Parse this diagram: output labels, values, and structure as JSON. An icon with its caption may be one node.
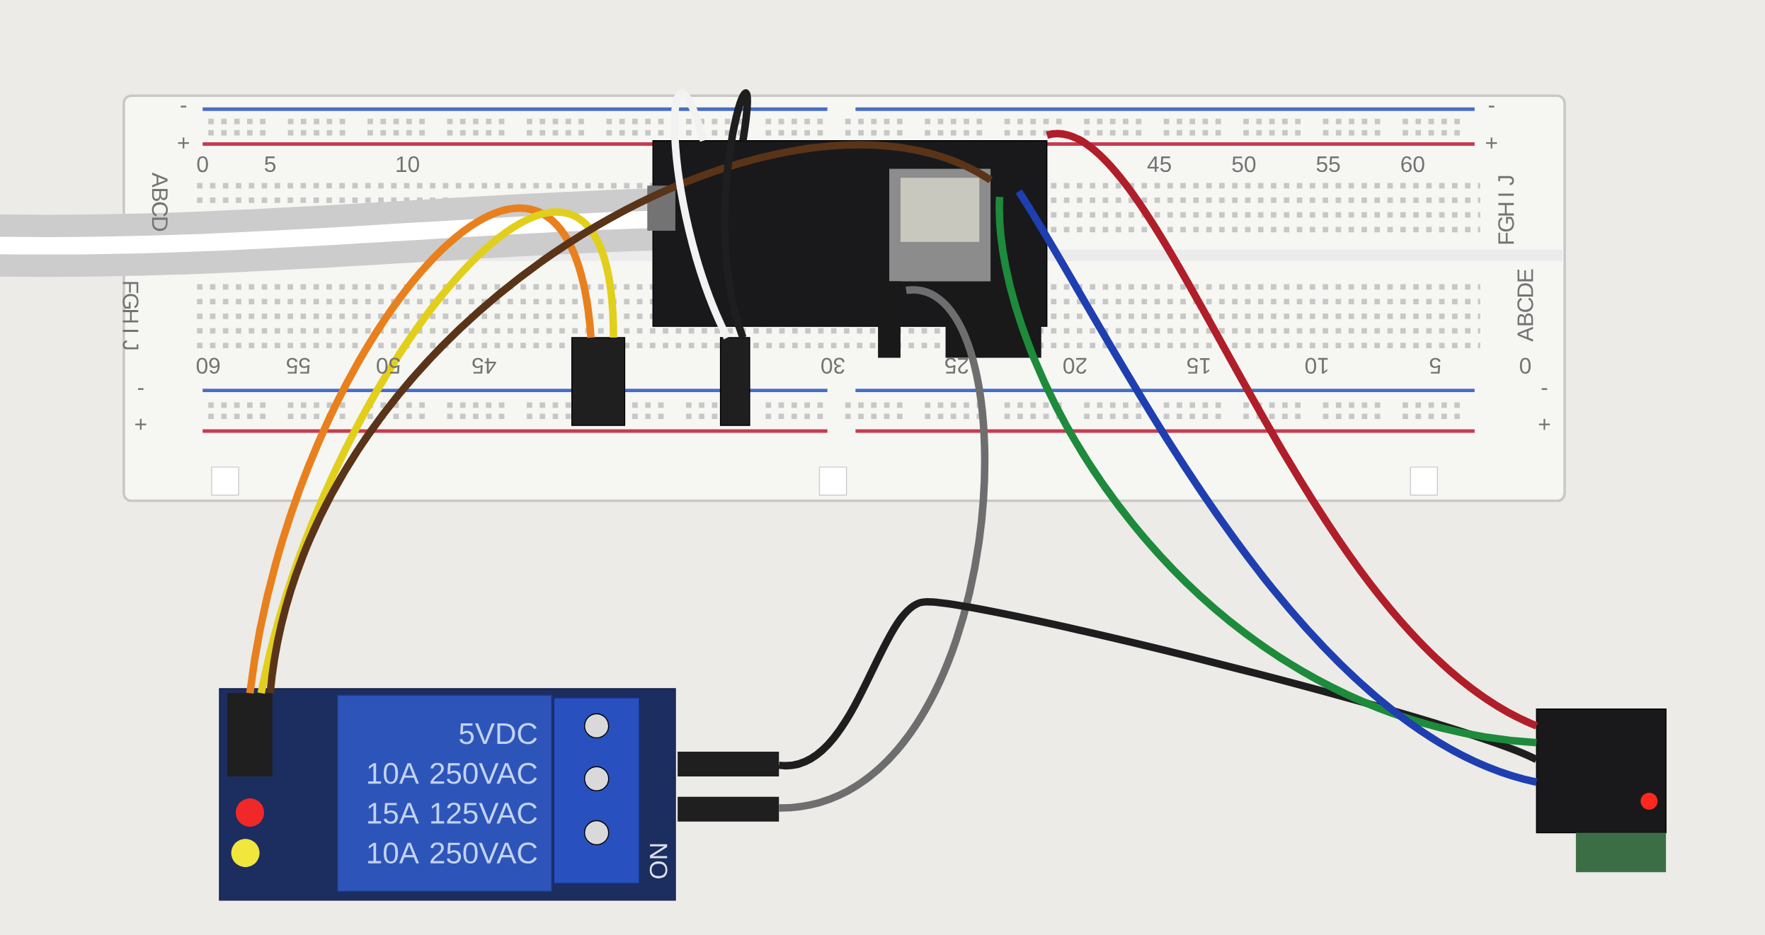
{
  "diagram": {
    "nodes": [
      {
        "text": [],
        "shape": "box"
      },
      {
        "text": [],
        "shape": "picture",
        "in": 0
      },
      {
        "text": [
          "NO"
        ]
      },
      {
        "text": [
          "5VDC",
          "10A 250VAC",
          "15A 125VAC",
          "10A 250VAC"
        ],
        "in": 2
      },
      {
        "text": [],
        "shape": "picture"
      },
      {
        "text": [],
        "shape": "box",
        "in": 0
      },
      {
        "text": [],
        "shape": "box",
        "in": 0
      }
    ],
    "edges": [
      {
        "from": 5,
        "to": 2,
        "arrow": "none",
        "color": "#e8801e"
      },
      {
        "from": 5,
        "to": 2,
        "arrow": "none",
        "color": "#e2cf1c"
      },
      {
        "from": 1,
        "to": 2,
        "arrow": "none",
        "color": "#5a3418"
      },
      {
        "from": 1,
        "to": 2,
        "arrow": "none",
        "color": "#6e6e6e"
      },
      {
        "from": 2,
        "to": 4,
        "arrow": "none",
        "color": "#1e1e1e"
      },
      {
        "from": 1,
        "to": 4,
        "arrow": "none",
        "color": "#1e8a3c"
      },
      {
        "from": 1,
        "to": 4,
        "arrow": "none",
        "color": "#1f3fb0"
      },
      {
        "from": 1,
        "to": 4,
        "arrow": "none",
        "color": "#b01e2a"
      },
      {
        "from": 6,
        "to": 1,
        "arrow": "none",
        "color": "#f2f2f2"
      },
      {
        "from": 6,
        "to": 1,
        "arrow": "none",
        "color": "#1e1e1e"
      }
    ],
    "labels": [
      "-",
      "+",
      "-",
      "+",
      "0",
      "5",
      "10",
      "45",
      "50",
      "55",
      "60",
      "A",
      "B",
      "C",
      "D",
      "J",
      "I",
      "H",
      "G",
      "F",
      "F",
      "G",
      "H",
      "I",
      "J",
      "E",
      "D",
      "C",
      "B",
      "A",
      "60",
      "55",
      "50",
      "45",
      "30",
      "25",
      "20",
      "15",
      "10",
      "5",
      "0",
      "-",
      "+",
      "-",
      "+"
    ]
  }
}
